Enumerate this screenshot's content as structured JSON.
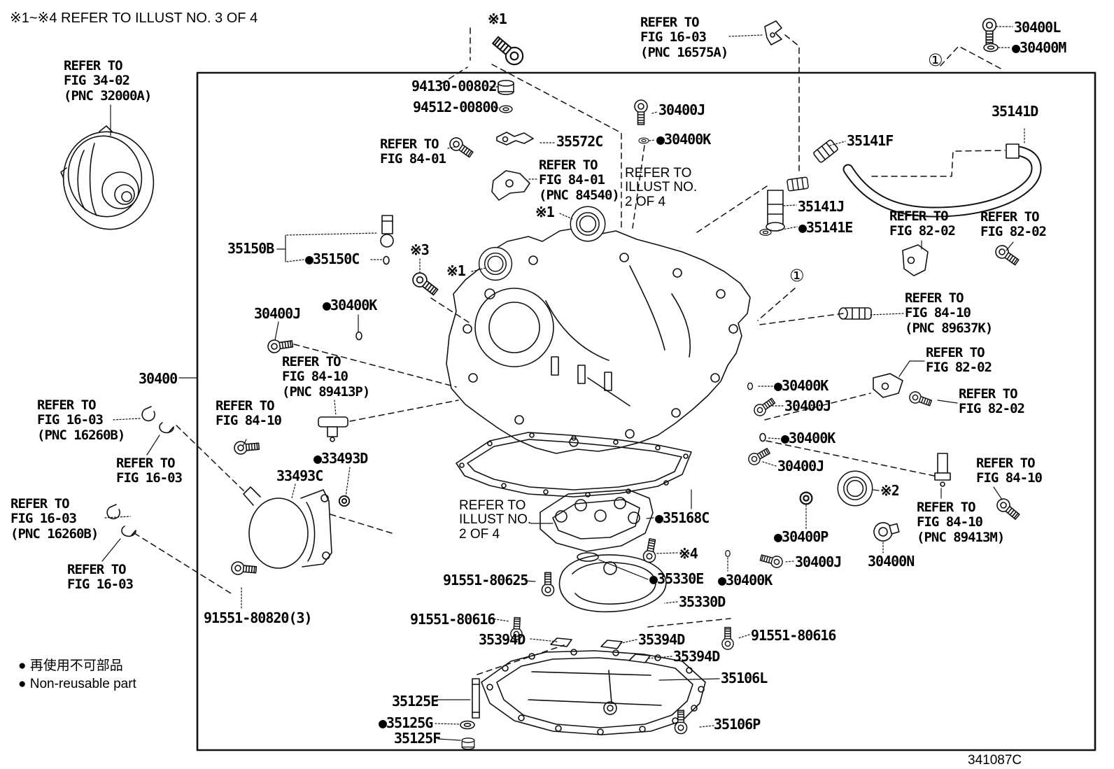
{
  "meta": {
    "note_top": "※1~※4 REFER TO ILLUST NO. 3 OF 4",
    "drawing_code": "341087C",
    "legend_jp": "● 再使用不可部品",
    "legend_en": "● Non-reusable part",
    "non_reusable_marker": "●",
    "line_color": "#111111",
    "background": "#ffffff"
  },
  "labels": {
    "ref_fig34_02": "REFER TO\nFIG 34-02\n(PNC 32000A)",
    "pn_94130_00802": "94130-00802",
    "pn_94512_00800": "94512-00800",
    "ref_fig84_01_a": "REFER TO\nFIG 84-01",
    "pn_35572c": "35572C",
    "ref_fig84_01_b": "REFER TO\nFIG 84-01\n(PNC 84540)",
    "sym1_top": "※1",
    "ref_fig16_03_top": "REFER TO\nFIG 16-03\n(PNC 16575A)",
    "pn_30400j_top": "30400J",
    "pn_30400k_top": "●30400K",
    "ref_illust2_top": "REFER TO\nILLUST NO.\n2 OF 4",
    "pn_30400l": "30400L",
    "pn_30400m": "●30400M",
    "circ1_top": "①",
    "pn_35141d": "35141D",
    "pn_35141f": "35141F",
    "pn_35141j": "35141J",
    "pn_35141e": "●35141E",
    "ref_fig82_02_a": "REFER TO\nFIG 82-02",
    "ref_fig82_02_b": "REFER TO\nFIG 82-02",
    "pn_35150b": "35150B",
    "pn_35150c": "●35150C",
    "sym3": "※3",
    "sym1_left": "※1",
    "sym1_right": "※1",
    "circ1_mid": "①",
    "ref_fig84_10_89637k": "REFER TO\nFIG 84-10\n(PNC 89637K)",
    "pn_30400j_left": "30400J",
    "pn_30400k_left": "●30400K",
    "pn_30400": "30400",
    "ref_fig84_10_89413p": "REFER TO\nFIG 84-10\n(PNC 89413P)",
    "ref_fig16_03_16260b_a": "REFER TO\nFIG 16-03\n(PNC 16260B)",
    "ref_fig84_10_left": "REFER TO\nFIG 84-10",
    "ref_fig82_02_c": "REFER TO\nFIG 82-02",
    "ref_fig82_02_d": "REFER TO\nFIG 82-02",
    "pn_30400k_mid1": "●30400K",
    "pn_30400j_mid1": "30400J",
    "pn_30400k_mid2": "●30400K",
    "ref_fig16_03_a": "REFER TO\nFIG 16-03",
    "pn_33493d": "●33493D",
    "pn_33493c": "33493C",
    "pn_30400j_mid2": "30400J",
    "sym2": "※2",
    "ref_fig84_10_right": "REFER TO\nFIG 84-10",
    "ref_fig16_03_16260b_b": "REFER TO\nFIG 16-03\n(PNC 16260B)",
    "ref_illust2_center": "REFER TO\nILLUST NO.\n2 OF 4",
    "pn_35168c": "●35168C",
    "ref_fig84_10_89413m": "REFER TO\nFIG 84-10\n(PNC 89413M)",
    "pn_30400p": "●30400P",
    "sym4": "※4",
    "pn_30400j_bot": "30400J",
    "pn_30400n": "30400N",
    "ref_fig16_03_b": "REFER TO\nFIG 16-03",
    "pn_35330e": "●35330E",
    "pn_30400k_bot": "●30400K",
    "pn_91551_80625": "91551-80625",
    "pn_35330d": "35330D",
    "pn_91551_80820": "91551-80820(3)",
    "pn_91551_80616_l": "91551-80616",
    "pn_35394d_1": "35394D",
    "pn_35394d_2": "35394D",
    "pn_35394d_3": "35394D",
    "pn_91551_80616_r": "91551-80616",
    "pn_35106l": "35106L",
    "pn_35125e": "35125E",
    "pn_35125g": "●35125G",
    "pn_35125f": "35125F",
    "pn_35106p": "35106P"
  }
}
